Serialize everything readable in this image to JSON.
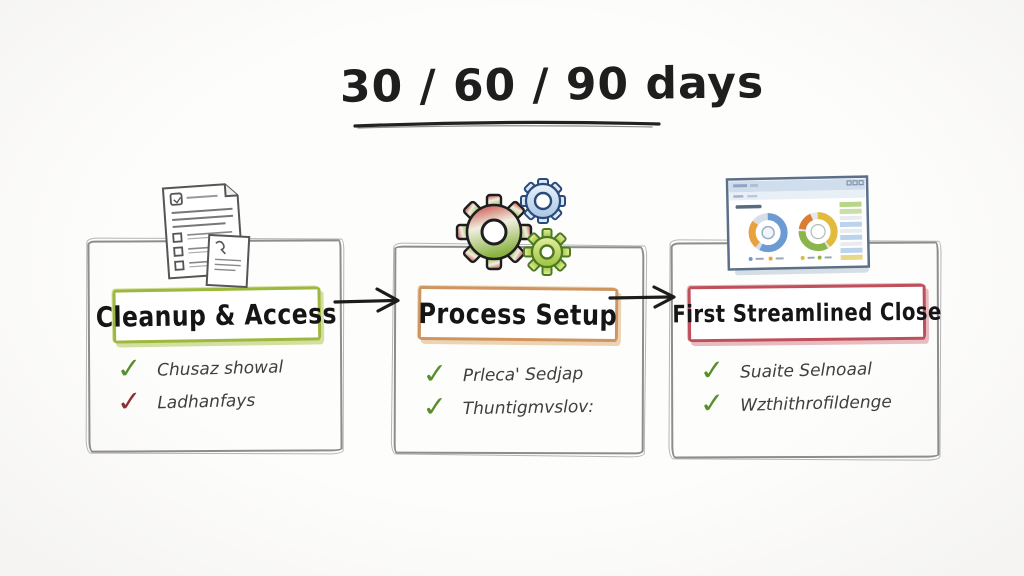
{
  "title": {
    "text": "30 / 60 / 90 days"
  },
  "phases": [
    {
      "label": "Cleanup & Access",
      "accent": "#9db83f",
      "accent_soft": "#d3dfa0",
      "icon": "documents-icon",
      "items": [
        {
          "text": "Chusaz showal",
          "check": "✓",
          "check_color": "#588f2b"
        },
        {
          "text": "Ladhanfays",
          "check": "✓",
          "check_color": "#8e2f37"
        }
      ]
    },
    {
      "label": "Process Setup",
      "accent": "#cf9560",
      "accent_soft": "#ecd3b4",
      "icon": "gears-icon",
      "items": [
        {
          "text": "Prleca' Sedjap",
          "check": "✓",
          "check_color": "#588f2b"
        },
        {
          "text": "Thuntigmvslov:",
          "check": "✓",
          "check_color": "#588f2b"
        }
      ]
    },
    {
      "label": "First Streamlined Close",
      "accent": "#c04f5c",
      "accent_soft": "#e7bcc1",
      "icon": "dashboard-icon",
      "items": [
        {
          "text": "Suaite Selnoaal",
          "check": "✓",
          "check_color": "#588f2b"
        },
        {
          "text": "Wzthithrofildenge",
          "check": "✓",
          "check_color": "#588f2b"
        }
      ]
    }
  ],
  "connectors": [
    {
      "type": "arrow-right"
    },
    {
      "type": "arrow-right"
    }
  ],
  "colors": {
    "background": "#fbfbfa",
    "ink": "#1e1e1e",
    "sketch_gray": "#8d8d8d",
    "handwriting": "#3f3f3f",
    "check_green": "#588f2b",
    "check_dark_red": "#8e2f37"
  }
}
